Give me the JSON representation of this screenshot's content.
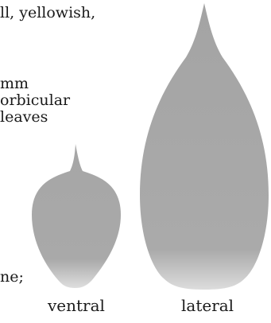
{
  "text_fragments": [
    "ll, yellowish,",
    "mm",
    "orbicular",
    "leaves",
    "ne;"
  ],
  "captions": {
    "ventral": "ventral",
    "lateral": "lateral"
  },
  "colors": {
    "leaf_fill": "#a6a6a6",
    "leaf_base": "#dcdcdc",
    "midrib": "#606060",
    "text": "#1a1a1a"
  }
}
